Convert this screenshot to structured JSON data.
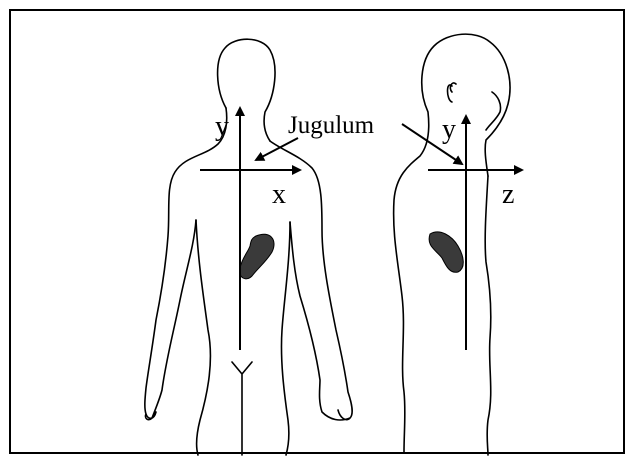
{
  "labels": {
    "jugulum": "Jugulum",
    "front_y": "y",
    "front_x": "x",
    "side_y": "y",
    "side_z": "z"
  },
  "colors": {
    "ink": "#000000",
    "organ": "#3a3a3a",
    "background": "#ffffff"
  }
}
